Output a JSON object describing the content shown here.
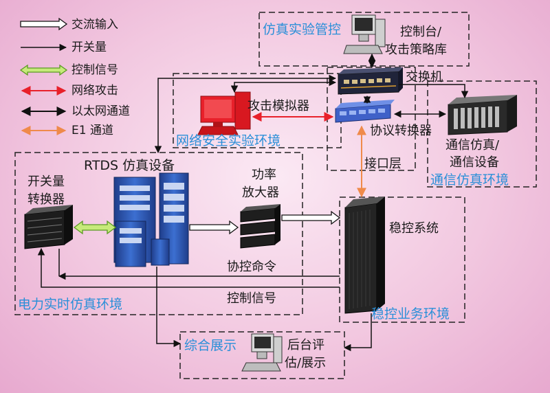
{
  "legend": {
    "ac_input": "交流输入",
    "switch_quantity": "开关量",
    "control_signal": "控制信号",
    "network_attack": "网络攻击",
    "ethernet_channel": "以太网通道",
    "e1_channel": "E1 通道"
  },
  "environments": {
    "sim_management": "仿真实验管控",
    "network_security": "网络安全实验环境",
    "comm_simulation": "通信仿真环境",
    "power_realtime": "电力实时仿真环境",
    "stability_business": "稳控业务环境",
    "integrated_display": "综合展示"
  },
  "devices": {
    "console_line1": "控制台/",
    "console_line2": "攻击策略库",
    "switch": "交换机",
    "attack_simulator": "攻击模拟器",
    "protocol_converter": "协议转换器",
    "interface_layer": "接口层",
    "comm_sim_line1": "通信仿真/",
    "comm_sim_line2": "通信设备",
    "rtds": "RTDS 仿真设备",
    "switch_converter_line1": "开关量",
    "switch_converter_line2": "转换器",
    "power_amp_line1": "功率",
    "power_amp_line2": "放大器",
    "stability_system": "稳控系统",
    "coordination_command": "协控命令",
    "control_signal": "控制信号",
    "backend_line1": "后台评",
    "backend_line2": "估/展示"
  },
  "colors": {
    "attack": "#e8202a",
    "control": "#7ac43a",
    "e1": "#ef8a4a",
    "env_label": "#2a8fd8"
  }
}
